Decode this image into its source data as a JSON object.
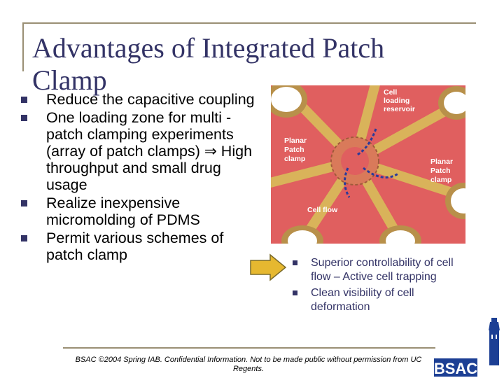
{
  "slide": {
    "title": "Advantages of Integrated Patch Clamp",
    "bullets": [
      "Reduce the capacitive coupling",
      "One loading zone for multi -patch clamping experiments (array of patch clamps) ⇒ High throughput and small drug usage",
      "Realize inexpensive micromolding of PDMS",
      "Permit various schemes of patch clamp"
    ],
    "secondary_bullets": [
      "Superior controllability of cell flow – Active cell trapping",
      "Clean visibility of cell deformation"
    ],
    "footer": "BSAC ©2004 Spring IAB. Confidential Information. Not to be made public without permission from UC Regents."
  },
  "figure": {
    "labels": {
      "reservoir": [
        "Cell",
        "loading",
        "reservoir"
      ],
      "planar_left": [
        "Planar",
        "Patch",
        "clamp"
      ],
      "planar_right": [
        "Planar",
        "Patch",
        "clamp"
      ],
      "flow": "Cell flow"
    }
  },
  "logo": {
    "text": "BSAC"
  },
  "colors": {
    "title": "#333366",
    "bullet_marker": "#333366",
    "figure_background": "#e05f5f",
    "channel": "#d9b35a",
    "arrow_fill": "#e6b830",
    "logo_blue": "#1c3f94"
  },
  "icons": [
    "bullet-square-icon",
    "right-arrow-icon",
    "campanile-tower-icon"
  ]
}
